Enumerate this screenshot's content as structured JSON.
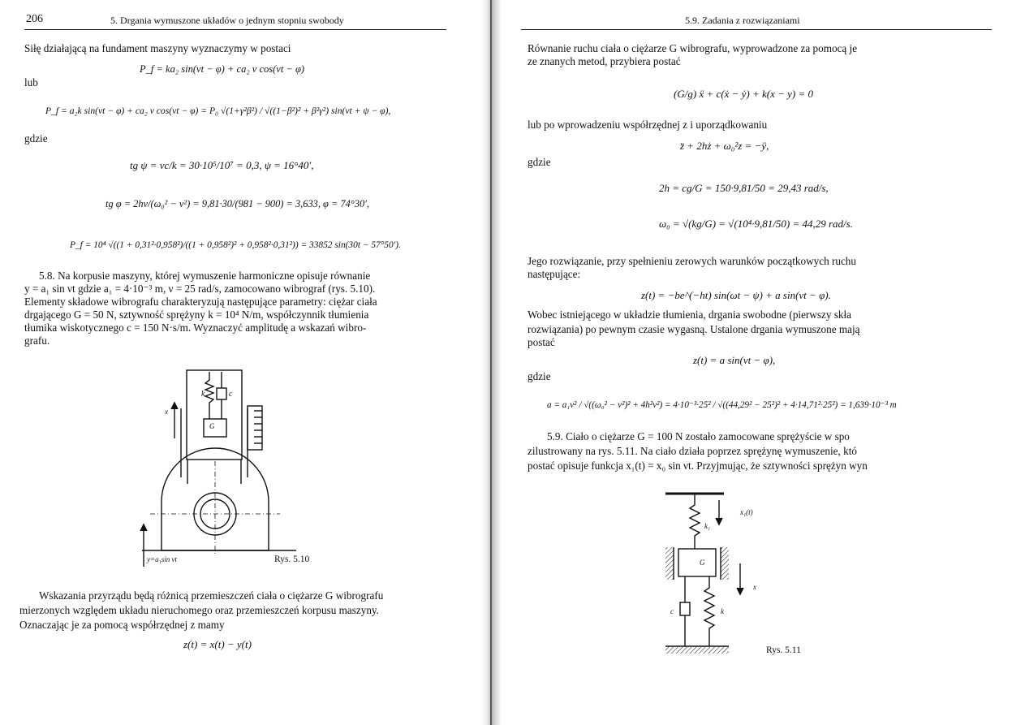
{
  "left_page": {
    "page_number": "206",
    "running_head": "5. Drgania wymuszone układów o jednym stopniu swobody",
    "lines": [
      "Siłę działającą na fundament maszyny wyznaczymy w postaci",
      "lub",
      "gdzie"
    ],
    "equations": [
      "P_f = ka₂ sin(νt − φ) + ca₂ ν cos(νt − φ)",
      "P_f = a₂k sin(νt − φ) + ca₂ ν cos(νt − φ) = P₀ √(1+γ²β²) / √((1−β²)² + β²γ²) sin(νt + ψ − φ),",
      "tg ψ = νc/k = 30·10⁵/10⁷ = 0,3,    ψ = 16°40′,",
      "tg φ = 2hν/(ω₀² − ν²) = 9,81·30/(981 − 900) = 3,633,    φ = 74°30′,",
      "P_f = 10⁴ √((1 + 0,31²·0,958²)/((1 + 0,958²)² + 0,958²·0,31²)) = 33852 sin(30t − 57°50′)."
    ],
    "problem_5_8": [
      "5.8. Na korpusie maszyny, której wymuszenie harmoniczne opisuje równanie",
      "y = a₁ sin νt gdzie a₁ = 4·10⁻³ m, ν = 25 rad/s, zamocowano wibrograf (rys. 5.10).",
      "Elementy składowe wibrografu charakteryzują następujące parametry: ciężar ciała",
      "drgającego G = 50 N, sztywność sprężyny k = 10⁴ N/m, współczynnik tłumienia",
      "tłumika wiskotycznego c = 150 N·s/m. Wyznaczyć amplitudę a wskazań wibro-",
      "grafu."
    ],
    "figure_caption": "Rys. 5.10",
    "figure_labels": {
      "k": "k",
      "c": "c",
      "G": "G",
      "x": "x",
      "y": "y=a₁sin νt"
    },
    "bottom_text": [
      "Wskazania przyrządu będą różnicą przemieszczeń ciała o ciężarze G wibrografu",
      "mierzonych względem układu nieruchomego oraz przemieszczeń korpusu maszyny.",
      "Oznaczając je za pomocą współrzędnej z mamy",
      "z(t) = x(t) − y(t)"
    ]
  },
  "right_page": {
    "running_head": "5.9. Zadania z rozwiązaniami",
    "lines": [
      "Równanie ruchu ciała o ciężarze G wibrografu, wyprowadzone za pomocą je",
      "ze znanych metod, przybiera postać",
      "lub po wprowadzeniu współrzędnej z i uporządkowaniu",
      "gdzie",
      "Jego rozwiązanie, przy spełnieniu zerowych warunków początkowych ruchu",
      "następujące:",
      "Wobec istniejącego w układzie tłumienia, drgania swobodne (pierwszy skła",
      "rozwiązania) po pewnym czasie wygasną. Ustalone drgania wymuszone mają",
      "postać",
      "gdzie"
    ],
    "equations": [
      "(G/g) ẍ + c(ẋ − ẏ) + k(x − y) = 0",
      "z̈ + 2hż + ω₀²z = −ÿ,",
      "2h = cg/G = 150·9,81/50 = 29,43 rad/s,",
      "ω₀ = √(kg/G) = √(10⁴·9,81/50) = 44,29 rad/s.",
      "z(t) = −be^(−ht) sin(ωt − ψ) + a sin(νt − φ).",
      "z(t) = a sin(νt − φ),",
      "a = a₁ν² / √((ω₀² − ν²)² + 4h²ν²) = 4·10⁻³·25² / √((44,29² − 25²)² + 4·14,71²·25²) = 1,639·10⁻³ m"
    ],
    "problem_5_9": [
      "5.9. Ciało o ciężarze G = 100 N zostało zamocowane sprężyście w spo",
      "zilustrowany na rys. 5.11. Na ciało działa poprzez sprężynę wymuszenie, któ",
      "postać opisuje funkcja x₁(t) = x₀ sin νt. Przyjmując, że sztywności sprężyn wyn"
    ],
    "figure_caption": "Rys. 5.11",
    "figure_labels": {
      "x1": "x₁(t)",
      "k1": "k₁",
      "G": "G",
      "x": "x",
      "c": "c",
      "k": "k"
    }
  }
}
